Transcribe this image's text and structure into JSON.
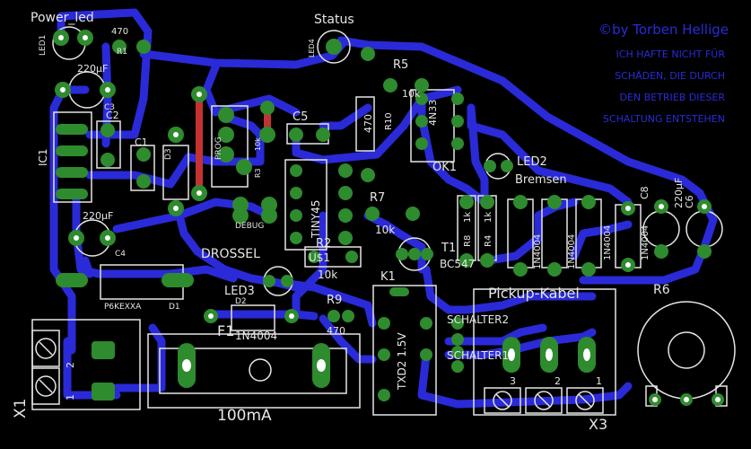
{
  "board": {
    "title": "Pickup-Kabel",
    "credit_lines": [
      "©by Torben Hellige",
      "ICH HAFTE NICHT FÜR",
      "SCHÄDEN, DIE DURCH",
      "DEN BETRIEB DIESER",
      "SCHALTUNG ENTSTEHEN"
    ]
  },
  "labels": {
    "power_led": "Power_led",
    "led1": "LED1",
    "r1": "R1",
    "r1_val": "470",
    "c3_val": "220µF",
    "c3": "C3",
    "ic1": "IC1",
    "c2": "C2",
    "c1": "C1",
    "d3": "D3",
    "prog": "PROG",
    "r3": "R3",
    "r3_val": "10k",
    "status": "Status",
    "led4": "LED4",
    "r5": "R5",
    "r5_val": "10k",
    "r10": "R10",
    "r10_val": "470",
    "ok1_part": "4N33",
    "ok1": "OK1",
    "c5": "C5",
    "led2": "LED2",
    "bremsen": "Bremsen",
    "tiny": "TINY45",
    "debug": "DEBUG",
    "r7": "R7",
    "r7_val": "10k",
    "r8": "R8",
    "r8_val": "1k",
    "r4": "R4",
    "r4_val": "1k",
    "c4_val": "220µF",
    "c4": "C4",
    "drossel": "DROSSEL",
    "r2": "R2",
    "r2_part": "U$1",
    "r2_val": "10k",
    "t1": "T1",
    "t1_part": "BC547",
    "k1": "K1",
    "d1": "D1",
    "d1_part": "P6KEXXA",
    "led3": "LED3",
    "d2": "D2",
    "d2_part": "1N4004",
    "f1": "F1",
    "r9": "R9",
    "r9_val": "470",
    "fuse_val": "100mA",
    "relay": "TXD2 1.5V",
    "schalter2": "SCHALTER2",
    "schalter1": "SCHALTER1",
    "x1": "X1",
    "x3": "X3",
    "r6": "R6",
    "c8": "C8",
    "c6": "C6",
    "c6_val": "220µF",
    "diodes": [
      "1N4004",
      "1N4004",
      "1N4004",
      "1N4004"
    ],
    "x1_pin1": "1",
    "x1_pin2": "2",
    "x3_pin3": "3",
    "x3_pin2": "2",
    "x3_pin1": "1"
  },
  "colors": {
    "background": "#000000",
    "trace_bottom": "#2a2ad8",
    "trace_top": "#c43232",
    "pad": "#2e8b2e",
    "silkscreen": "#e6e6e6"
  }
}
